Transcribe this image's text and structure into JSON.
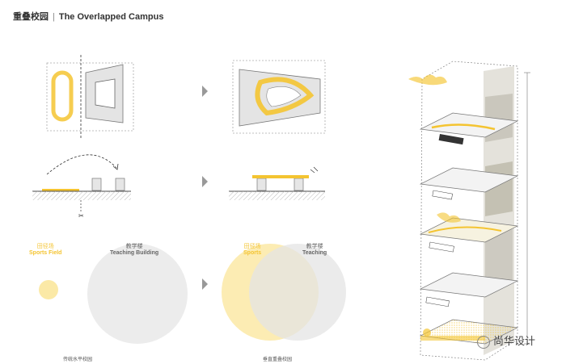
{
  "header": {
    "title_cn": "重叠校园",
    "title_en": "The Overlapped Campus"
  },
  "left_diagram": {
    "sports_label_cn": "田径场",
    "sports_label_en": "Sports Field",
    "teaching_label_cn": "教学楼",
    "teaching_label_en": "Teaching Building",
    "caption": "传统水平校园"
  },
  "right_diagram": {
    "sports_label_cn": "田径场",
    "sports_label_en": "Sports",
    "teaching_label_cn": "教学楼",
    "teaching_label_en": "Teaching",
    "caption": "垂直重叠校园"
  },
  "watermark": {
    "text": "尚华设计"
  },
  "colors": {
    "accent_yellow": "#f4c431",
    "light_yellow": "#fbe9a6",
    "grey_fill": "#ececec",
    "line_grey": "#999999"
  }
}
